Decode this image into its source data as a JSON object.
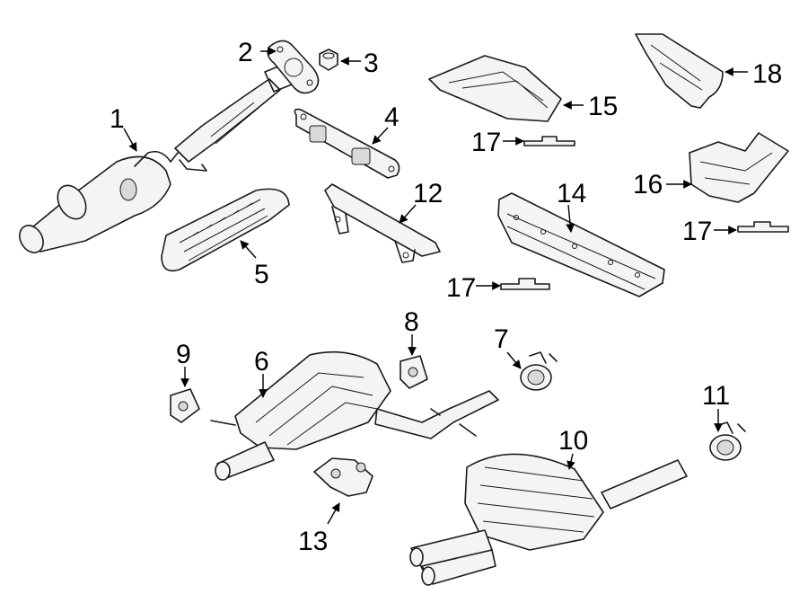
{
  "callouts": [
    "1",
    "2",
    "3",
    "4",
    "5",
    "6",
    "7",
    "8",
    "9",
    "10",
    "11",
    "12",
    "13",
    "14",
    "15",
    "16",
    "17",
    "17",
    "17",
    "18"
  ]
}
